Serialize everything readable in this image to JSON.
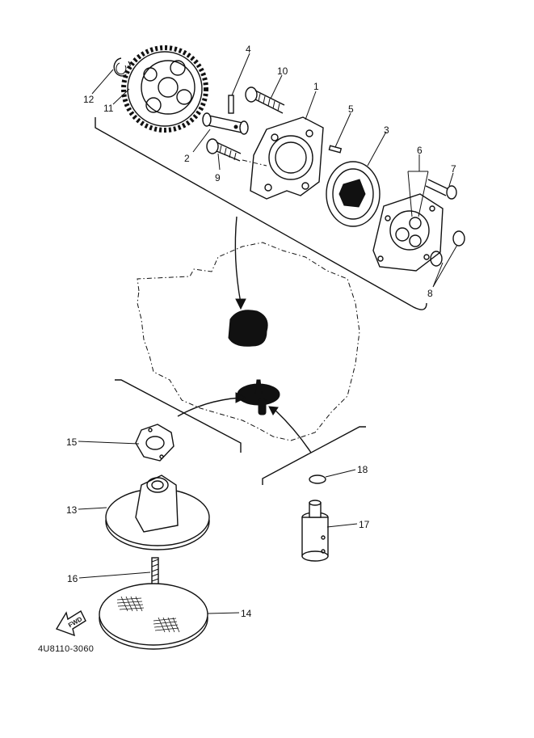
{
  "diagram": {
    "part_code": "4U8110-3060",
    "fwd_label": "FWD",
    "callouts": [
      {
        "id": "c1",
        "label": "1"
      },
      {
        "id": "c2",
        "label": "2"
      },
      {
        "id": "c3",
        "label": "3"
      },
      {
        "id": "c4",
        "label": "4"
      },
      {
        "id": "c5",
        "label": "5"
      },
      {
        "id": "c6",
        "label": "6"
      },
      {
        "id": "c7",
        "label": "7"
      },
      {
        "id": "c8",
        "label": "8"
      },
      {
        "id": "c9",
        "label": "9"
      },
      {
        "id": "c10",
        "label": "10"
      },
      {
        "id": "c11",
        "label": "11"
      },
      {
        "id": "c12",
        "label": "12"
      },
      {
        "id": "c13",
        "label": "13"
      },
      {
        "id": "c14",
        "label": "14"
      },
      {
        "id": "c15",
        "label": "15"
      },
      {
        "id": "c16",
        "label": "16"
      },
      {
        "id": "c17",
        "label": "17"
      },
      {
        "id": "c18",
        "label": "18"
      }
    ]
  }
}
